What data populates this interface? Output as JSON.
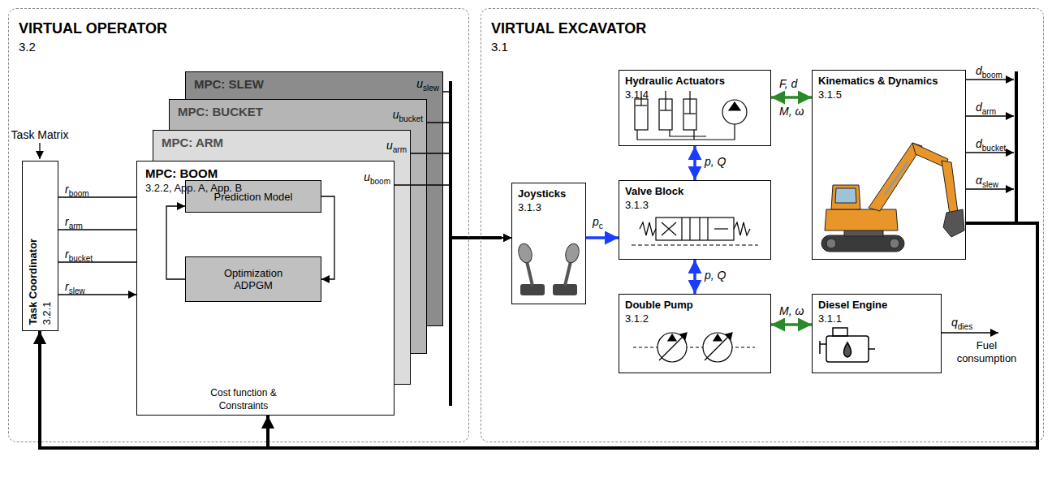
{
  "diagram": {
    "nodes": [
      {
        "text": [
          "VIRTUAL OPERATOR",
          "3.2"
        ]
      },
      {
        "text": [
          "Task Coordinator",
          "3.2.1"
        ],
        "in": 0
      },
      {
        "text": [
          "MPC: SLEW"
        ],
        "in": 0
      },
      {
        "text": [
          "MPC: BUCKET"
        ],
        "in": 0
      },
      {
        "text": [
          "MPC: ARM"
        ],
        "in": 0
      },
      {
        "text": [
          "MPC: BOOM",
          "3.2.2, App. A, App. B"
        ],
        "in": 0
      },
      {
        "text": [
          "Prediction Model"
        ],
        "in": 5
      },
      {
        "text": [
          "Optimization ADPGM"
        ],
        "in": 5
      },
      {
        "text": [
          "VIRTUAL EXCAVATOR",
          "3.1"
        ]
      },
      {
        "text": [
          "Joysticks",
          "3.1.3"
        ],
        "in": 8
      },
      {
        "text": [
          "Hydraulic Actuators",
          "3.1.4"
        ],
        "in": 8
      },
      {
        "text": [
          "Valve Block",
          "3.1.3"
        ],
        "in": 8
      },
      {
        "text": [
          "Double Pump",
          "3.1.2"
        ],
        "in": 8
      },
      {
        "text": [
          "Diesel Engine",
          "3.1.1"
        ],
        "in": 8
      },
      {
        "text": [
          "Kinematics & Dynamics",
          "3.1.5"
        ],
        "in": 8
      }
    ],
    "edges": [
      {
        "from": 1,
        "to": 5,
        "arrow": "none",
        "label": "rboom"
      },
      {
        "from": 1,
        "to": 5,
        "arrow": "none",
        "label": "rarm"
      },
      {
        "from": 1,
        "to": 5,
        "arrow": "none",
        "label": "rbucket"
      },
      {
        "from": 1,
        "to": 5,
        "arrow": "to",
        "label": "rslew"
      },
      {
        "from": 6,
        "to": 7,
        "arrow": "to"
      },
      {
        "from": 7,
        "to": 6,
        "arrow": "to"
      },
      {
        "from": 2,
        "to": 9,
        "arrow": "to",
        "label": "uslew"
      },
      {
        "from": 3,
        "to": 9,
        "arrow": "to",
        "label": "ubucket"
      },
      {
        "from": 4,
        "to": 9,
        "arrow": "to",
        "label": "uarm"
      },
      {
        "from": 5,
        "to": 9,
        "arrow": "to",
        "label": "uboom"
      },
      {
        "from": 9,
        "to": 11,
        "arrow": "to",
        "label": "pc"
      },
      {
        "from": 10,
        "to": 11,
        "arrow": "both",
        "label": "p, Q"
      },
      {
        "from": 11,
        "to": 12,
        "arrow": "both",
        "label": "p, Q"
      },
      {
        "from": 10,
        "to": 14,
        "arrow": "both",
        "label": "F, d"
      },
      {
        "from": 12,
        "to": 13,
        "arrow": "both",
        "label": "M, ω"
      },
      {
        "from": 14,
        "to": 1,
        "arrow": "to"
      },
      {
        "from": 14,
        "to": 5,
        "arrow": "to"
      }
    ],
    "labels": [
      "Task Matrix",
      "Cost function & Constraints",
      "M, ω",
      "dboom",
      "darm",
      "dbucket",
      "αslew",
      "qdies",
      "Fuel consumption"
    ]
  }
}
